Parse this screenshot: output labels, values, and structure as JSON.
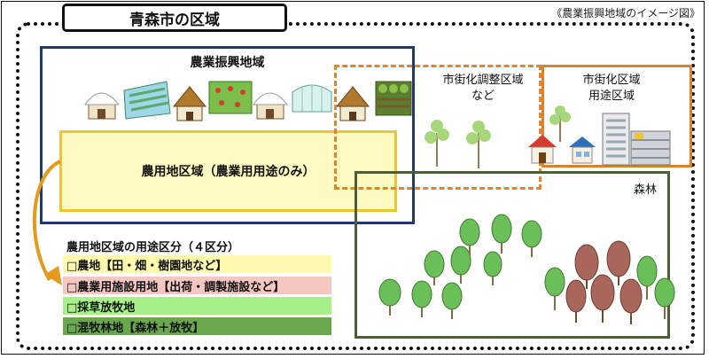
{
  "title": "青森市の区域",
  "caption": "《農業振興地域のイメージ図》",
  "zones": {
    "agri_promotion": "農業振興地域",
    "farmland": "農用地区域（農業用用途のみ）",
    "adjust_line1": "市街化調整区域",
    "adjust_line2": "など",
    "urban_line1": "市街化区域",
    "urban_line2": "用途区域",
    "forest": "森林"
  },
  "usage": {
    "title": "農用地区域の用途区分（４区分）",
    "items": [
      {
        "label": "□農地【田・畑・樹園地など】",
        "color": "#fff9b0"
      },
      {
        "label": "□農業用施設用地【出荷・調製施設など】",
        "color": "#f4c7c3"
      },
      {
        "label": "□採草放牧地",
        "color": "#a8f08a"
      },
      {
        "label": "□混牧林地【森林＋放牧】",
        "color": "#6aa84f"
      }
    ]
  },
  "colors": {
    "agri_border": "#1f3a6b",
    "farm_border": "#f1c232",
    "farm_fill": "#fff9c2",
    "adjust_border": "#e6822a",
    "urban_border": "#d9822b",
    "forest_border": "#4a5f32",
    "arrow": "#e69a1b"
  }
}
